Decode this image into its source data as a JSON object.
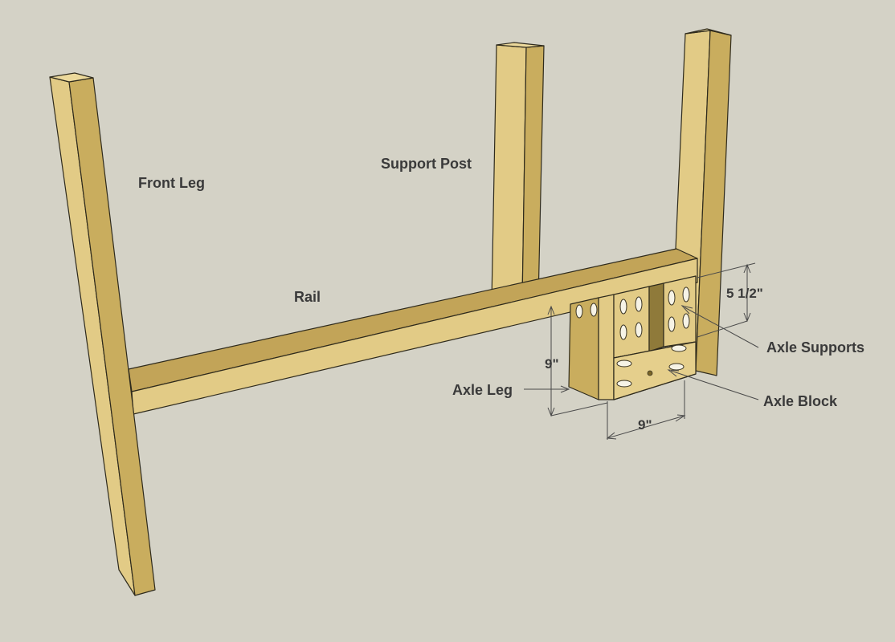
{
  "labels": {
    "front_leg": "Front Leg",
    "support_post": "Support Post",
    "rail": "Rail",
    "axle_leg": "Axle Leg",
    "axle_supports": "Axle Supports",
    "axle_block": "Axle Block"
  },
  "dimensions": {
    "height_left": "9\"",
    "width_bottom": "9\"",
    "height_right": "5 1/2\""
  },
  "colors": {
    "background": "#d4d2c6",
    "wood_light": "#e2cb86",
    "wood_mid": "#c9ad5e",
    "wood_dark": "#9c843e",
    "wood_top": "#ecd99b",
    "text": "#3a3a3a"
  }
}
